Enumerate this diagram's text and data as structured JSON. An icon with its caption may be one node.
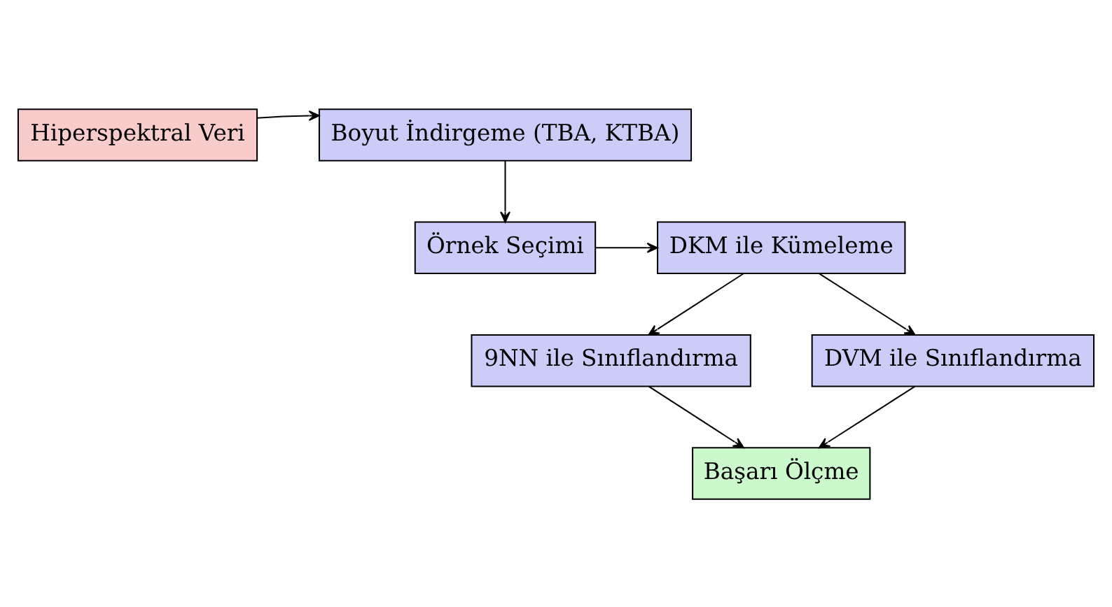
{
  "diagram": {
    "nodes": [
      {
        "text": [
          "Hiperspektral Veri"
        ]
      },
      {
        "text": [
          "Boyut İndirgeme (TBA, KTBA)"
        ]
      },
      {
        "text": [
          "Örnek Seçimi"
        ]
      },
      {
        "text": [
          "DKM ile Kümeleme"
        ]
      },
      {
        "text": [
          "9NN ile Sınıflandırma"
        ]
      },
      {
        "text": [
          "DVM ile Sınıflandırma"
        ]
      },
      {
        "text": [
          "Başarı Ölçme"
        ]
      }
    ],
    "edges": [
      {
        "from": 0,
        "to": 1,
        "arrow": "to"
      },
      {
        "from": 1,
        "to": 2,
        "arrow": "to"
      },
      {
        "from": 2,
        "to": 3,
        "arrow": "to"
      },
      {
        "from": 3,
        "to": 4,
        "arrow": "to"
      },
      {
        "from": 3,
        "to": 5,
        "arrow": "to"
      },
      {
        "from": 4,
        "to": 6,
        "arrow": "to"
      },
      {
        "from": 5,
        "to": 6,
        "arrow": "to"
      }
    ]
  }
}
